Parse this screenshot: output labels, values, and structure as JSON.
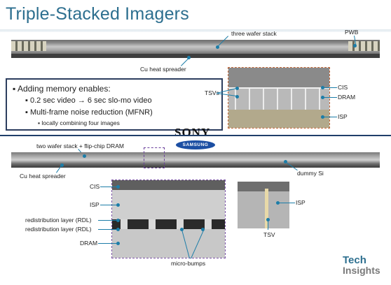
{
  "title": "Triple-Stacked Imagers",
  "top": {
    "labels": {
      "three_wafer_stack": "three wafer stack",
      "pwb": "PWB",
      "cu_heat_spreader": "Cu heat spreader"
    },
    "callout": {
      "heading": "Adding memory enables:",
      "bullet1": "0.2 sec video → 6 sec slo-mo video",
      "bullet2": "Multi-frame noise reduction (MFNR)",
      "sub_bullet": "locally combining four images"
    },
    "sem_labels": {
      "cis": "CIS",
      "tsvs": "TSVs",
      "dram": "DRAM",
      "isp": "ISP"
    },
    "brand": "SONY"
  },
  "bottom": {
    "brand": "SAMSUNG",
    "labels": {
      "two_wafer_stack": "two wafer stack + flip-chip DRAM",
      "cu_heat_spreader": "Cu heat spreader",
      "dummy_si": "dummy Si",
      "cis": "CIS",
      "isp": "ISP",
      "rdl1": "redistribution layer (RDL)",
      "rdl2": "redistribution layer (RDL)",
      "dram": "DRAM",
      "micro_bumps": "micro-bumps",
      "isp2": "ISP",
      "tsv": "TSV"
    }
  },
  "logo": {
    "line1": "Tech",
    "line2": "Insights"
  },
  "colors": {
    "title": "#2d6f8f",
    "callout_border": "#2c3d5e",
    "marker": "#1c7da8"
  }
}
